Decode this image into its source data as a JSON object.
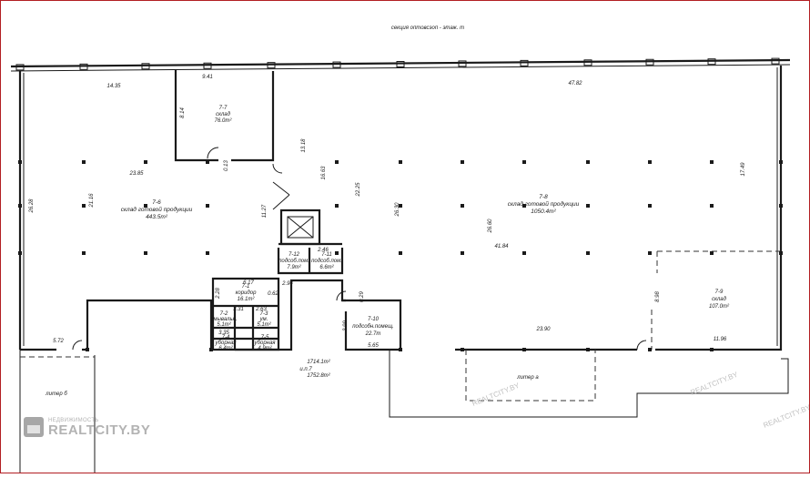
{
  "header": {
    "title": "секция оптовсэоп - этаж. т"
  },
  "dimensions": [
    "14.35",
    "9.41",
    "47.82",
    "8.14",
    "13.18",
    "16.63",
    "0.13",
    "23.85",
    "26.28",
    "21.16",
    "11.27",
    "22.25",
    "26.30",
    "26.60",
    "41.84",
    "17.49",
    "2.28",
    "6.17",
    "0.62",
    "3.31",
    "2.63",
    "3.35",
    "2.94",
    "2.46",
    "0.29",
    "3.99",
    "5.65",
    "23.90",
    "8.98",
    "11.96",
    "5.72"
  ],
  "rooms": {
    "r7_7": {
      "num": "7-7",
      "name": "склад",
      "area": "76.0m²"
    },
    "r7_6": {
      "num": "7-6",
      "name": "склад готовой продукции",
      "area": "443.5m²"
    },
    "r7_8": {
      "num": "7-8",
      "name": "склад готовой продукции",
      "area": "1050.4m²"
    },
    "r7_9": {
      "num": "7-9",
      "name": "склад",
      "area": "107.0m²"
    },
    "r7_10": {
      "num": "7-10",
      "name": "подсобн.помещ.",
      "area": "22.7m"
    },
    "r7_12": {
      "num": "7-12",
      "name": "подсоб.пом.",
      "area": "7.9m²"
    },
    "r7_11": {
      "num": "7-11",
      "name": "подсоб.пом.",
      "area": "6.6m²"
    },
    "r7_1": {
      "num": "7-1",
      "name": "коридор",
      "area": "16.1m²"
    },
    "r7_2": {
      "num": "7-2",
      "name": "умывальн.",
      "area": "5.1m²"
    },
    "r7_3": {
      "num": "7-3",
      "name": "ум.",
      "area": "5.1m²"
    },
    "r7_4": {
      "num": "7-4",
      "name": "уборная",
      "area": "6.4m²"
    },
    "r7_5": {
      "num": "7-5",
      "name": "уборная",
      "area": "4.9m²"
    }
  },
  "totals": {
    "line1": "1714.1m²",
    "line2": "и.п.7",
    "line3": "1752.8m²"
  },
  "annex": {
    "litera_a": "литер а",
    "litera_b": "литер б"
  },
  "watermark": {
    "brand_small": "НЕДВИЖИМОСТЬ",
    "brand_big": "REALTCITY.BY",
    "repeat": "REALTCITY.BY"
  }
}
